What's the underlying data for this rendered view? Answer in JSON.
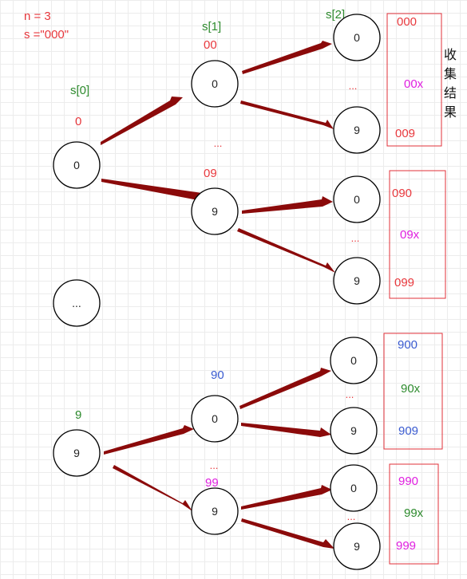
{
  "colors": {
    "red": "#e8383d",
    "green": "#2e8b2e",
    "blue": "#3a5bd0",
    "magenta": "#e020e0",
    "arrow": "#8b0a0a",
    "box": "#e0303a"
  },
  "params": {
    "n_label": "n = 3",
    "s_label": "s =\"000\""
  },
  "headers": {
    "s0": "s[0]",
    "s1": "s[1]",
    "s2": "s[2]"
  },
  "collect_label": [
    "收",
    "集",
    "结",
    "果"
  ],
  "nodes": {
    "root_0": "0",
    "root_ellipsis": "...",
    "root_9": "9",
    "l1_0_0": "0",
    "l1_0_9": "9",
    "l1_9_0": "0",
    "l1_9_9": "9",
    "l2_00_0": "0",
    "l2_00_9": "9",
    "l2_09_0": "0",
    "l2_09_9": "9",
    "l2_90_0": "0",
    "l2_90_9": "9",
    "l2_99_0": "0",
    "l2_99_9": "9"
  },
  "labels": {
    "root_0": "0",
    "root_9": "9",
    "l1_00": "00",
    "l1_09": "09",
    "l1_90": "90",
    "l1_99": "99"
  },
  "ellipses": {
    "l1_top": "...",
    "l2_a": "...",
    "l2_b": "...",
    "l1_bottom": "...",
    "l2_c": "...",
    "l2_d": "..."
  },
  "results": {
    "g1": [
      "000",
      "00x",
      "009"
    ],
    "g2": [
      "090",
      "09x",
      "099"
    ],
    "g3": [
      "900",
      "90x",
      "909"
    ],
    "g4": [
      "990",
      "99x",
      "999"
    ]
  }
}
